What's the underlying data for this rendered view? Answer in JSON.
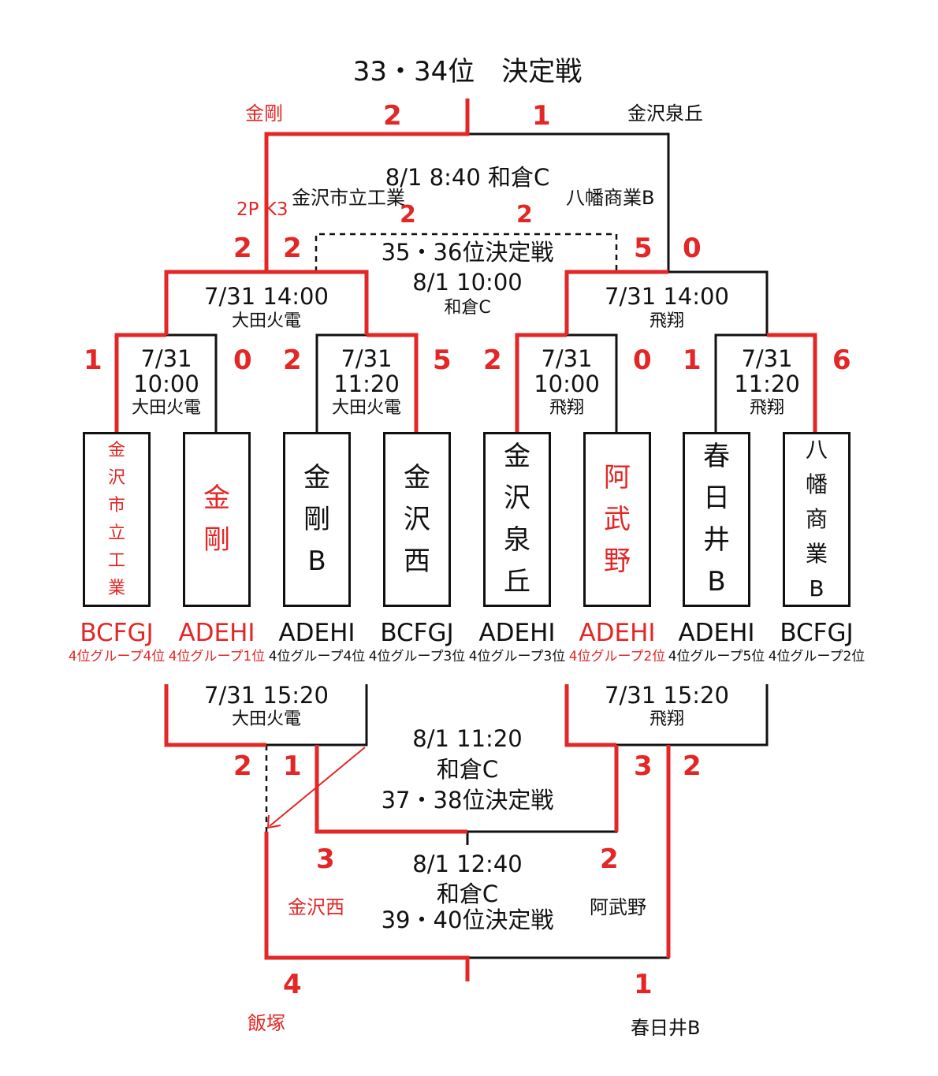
{
  "titles": {
    "final_33_34": "33・34位　決定戦",
    "final_35_36": "35・36位決定戦",
    "final_37_38": "37・38位決定戦",
    "final_39_40": "39・40位決定戦"
  },
  "matches": {
    "m33": {
      "datetime": "8/1 8:40 和倉C",
      "left_team": "金沢市立工業",
      "right_team": "八幡商業B",
      "left_name": "金剛",
      "right_name": "金沢泉丘",
      "score_left": "2",
      "score_right": "1"
    },
    "m35": {
      "date": "8/1 10:00",
      "venue": "和倉C",
      "score_left": "2",
      "score_right": "2"
    },
    "sf_left": {
      "date": "7/31 14:00",
      "venue": "大田火電",
      "score_a": "2",
      "score_b": "2",
      "pk": "2P K3"
    },
    "sf_right": {
      "date": "7/31 14:00",
      "venue": "飛翔",
      "score_a": "5",
      "score_b": "0"
    },
    "r1": [
      {
        "date": "7/31",
        "time": "10:00",
        "venue": "大田火電",
        "score_left": "1",
        "score_right": "0"
      },
      {
        "date": "7/31",
        "time": "11:20",
        "venue": "大田火電",
        "score_left": "2",
        "score_right": "5"
      },
      {
        "date": "7/31",
        "time": "10:00",
        "venue": "飛翔",
        "score_left": "2",
        "score_right": "0"
      },
      {
        "date": "7/31",
        "time": "11:20",
        "venue": "飛翔",
        "score_left": "1",
        "score_right": "6"
      }
    ],
    "cons_left": {
      "date": "7/31 15:20",
      "venue": "大田火電",
      "score_left": "2",
      "score_right": "1"
    },
    "cons_right": {
      "date": "7/31 15:20",
      "venue": "飛翔",
      "score_left": "3",
      "score_right": "2"
    },
    "m37": {
      "date": "8/1 11:20",
      "venue": "和倉C",
      "score_left": "3",
      "score_right": "2"
    },
    "m39": {
      "date": "8/1 12:40",
      "venue": "和倉C",
      "left_team": "金沢西",
      "right_team": "阿武野",
      "score_left": "4",
      "score_right": "1",
      "left_name": "飯塚",
      "right_name": "春日井B"
    }
  },
  "teams": [
    {
      "chars": [
        "金",
        "沢",
        "市",
        "立",
        "工",
        "業"
      ],
      "group": "BCFGJ",
      "rank": "4位グループ4位",
      "highlight": true
    },
    {
      "chars": [
        "金",
        "剛"
      ],
      "group": "ADEHI",
      "rank": "4位グループ1位",
      "highlight": true
    },
    {
      "chars": [
        "金",
        "剛",
        "B"
      ],
      "group": "ADEHI",
      "rank": "4位グループ4位",
      "highlight": false
    },
    {
      "chars": [
        "金",
        "沢",
        "西"
      ],
      "group": "BCFGJ",
      "rank": "4位グループ3位",
      "highlight": false
    },
    {
      "chars": [
        "金",
        "沢",
        "泉",
        "丘"
      ],
      "group": "ADEHI",
      "rank": "4位グループ3位",
      "highlight": false
    },
    {
      "chars": [
        "阿",
        "武",
        "野"
      ],
      "group": "ADEHI",
      "rank": "4位グループ2位",
      "highlight": true
    },
    {
      "chars": [
        "春",
        "日",
        "井",
        "B"
      ],
      "group": "ADEHI",
      "rank": "4位グループ5位",
      "highlight": false
    },
    {
      "chars": [
        "八",
        "幡",
        "商",
        "業",
        "B"
      ],
      "group": "BCFGJ",
      "rank": "4位グループ2位",
      "highlight": false
    }
  ],
  "colors": {
    "winner_line": "#e32626",
    "line": "#111111",
    "highlight_text": "#e32626"
  }
}
